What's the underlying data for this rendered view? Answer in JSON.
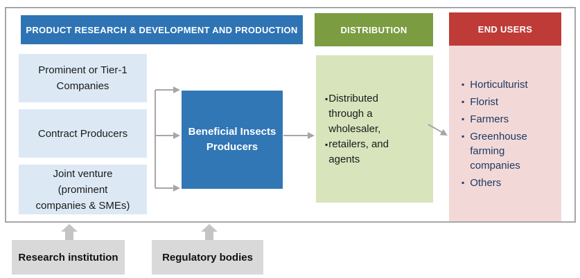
{
  "colors": {
    "header_blue": "#2E74B5",
    "producer_blue": "#3176B5",
    "light_blue": "#DCE9F5",
    "header_olive": "#7C9C42",
    "light_green": "#D8E4BC",
    "header_red": "#BE3B38",
    "light_pink": "#F2D9D7",
    "gray_box": "#D9D9D9",
    "arrow": "#A6A6A6",
    "block_arrow": "#C4C4C4",
    "frame_border": "#A6A6A6",
    "dark_text": "#1A1A1A",
    "navy_text": "#1F3864"
  },
  "headers": {
    "production": "PRODUCT RESEARCH & DEVELOPMENT AND PRODUCTION",
    "distribution": "DISTRIBUTION",
    "end_users": "END USERS"
  },
  "production": {
    "boxes": [
      "Prominent or Tier-1\nCompanies",
      "Contract Producers",
      "Joint venture\n(prominent\ncompanies & SMEs)"
    ],
    "producer": "Beneficial Insects\nProducers"
  },
  "distribution": {
    "items": [
      "Distributed\nthrough a\nwholesaler,",
      "retailers, and\nagents"
    ]
  },
  "end_users": {
    "items": [
      "Horticulturist",
      "Florist",
      "Farmers",
      "Greenhouse\nfarming\ncompanies",
      "Others"
    ]
  },
  "support": {
    "research": "Research institution",
    "regulatory": "Regulatory bodies"
  }
}
